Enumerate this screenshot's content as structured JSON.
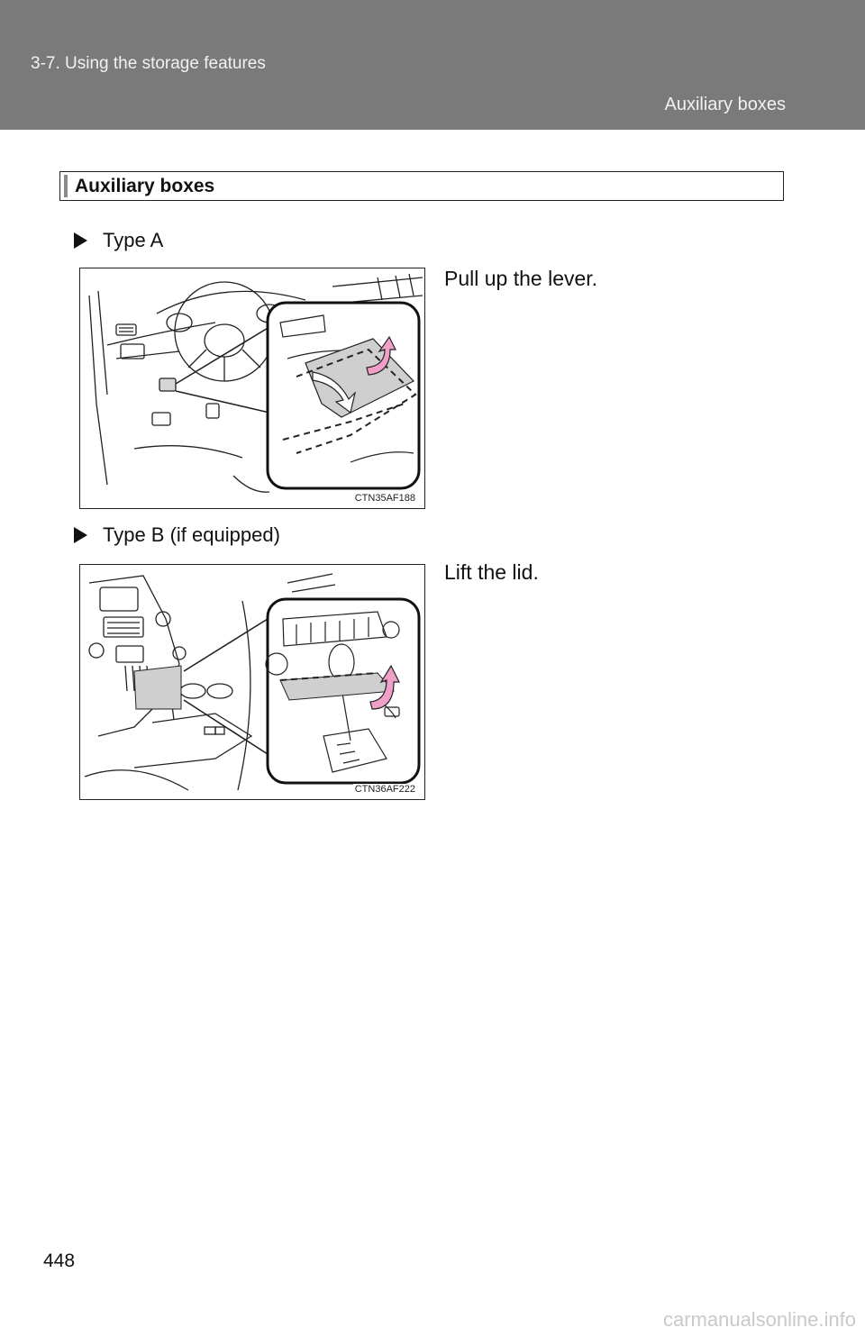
{
  "header": {
    "section": "3-7. Using the storage features",
    "subsection": "Auxiliary boxes"
  },
  "section_title": "Auxiliary boxes",
  "items": [
    {
      "label": "Type A",
      "instruction": "Pull up the lever.",
      "figure_code": "CTN35AF188"
    },
    {
      "label": "Type B (if equipped)",
      "instruction": "Lift the lid.",
      "figure_code": "CTN36AF222"
    }
  ],
  "page_number": "448",
  "watermark": "carmanualsonline.info",
  "colors": {
    "header_bg": "#7a7a7a",
    "arrow_accent": "#f0a0c8",
    "shaded_part": "#cfcfcf"
  }
}
